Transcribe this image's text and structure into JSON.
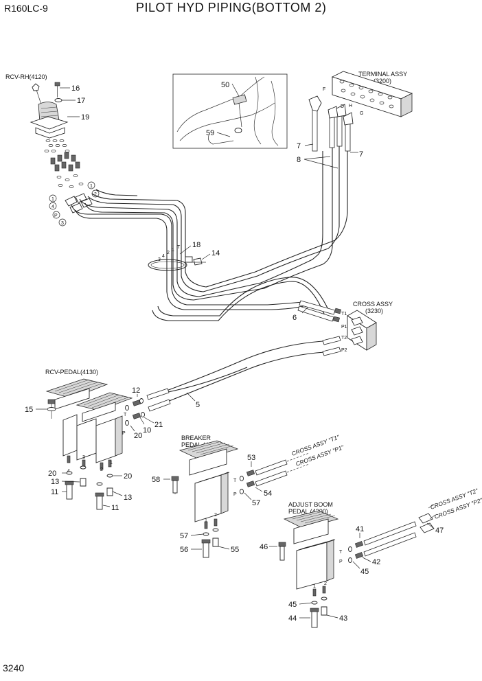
{
  "header": {
    "model": "R160LC-9",
    "title": "PILOT HYD PIPING(BOTTOM 2)"
  },
  "footer": {
    "page_code": "3240"
  },
  "assemblies": {
    "rcv_rh": "RCV-RH(4120)",
    "terminal_line1": "TERMINAL ASSY",
    "terminal_line2": "(3200)",
    "cross_line1": "CROSS ASSY",
    "cross_line2": "(3230)",
    "rcv_pedal": "RCV-PEDAL(4130)",
    "breaker_line1": "BREAKER",
    "breaker_line2": "PEDAL (4300)",
    "adjust_line1": "ADJUST BOOM",
    "adjust_line2": "PEDAL (4300)"
  },
  "callouts": {
    "cross_t1": "CROSS ASSY \"T1\"",
    "cross_p1": "CROSS ASSY \"P1\"",
    "cross_t2": "CROSS ASSY \"T2\"",
    "cross_p2": "CROSS ASSY \"P2\""
  },
  "port_labels": {
    "circled": [
      "1",
      "2",
      "4",
      "1",
      "P",
      "3"
    ],
    "clamp_ports": [
      "3",
      "4",
      "2",
      "1",
      "T"
    ],
    "cross_ports": [
      "T1",
      "P1",
      "T2",
      "P2"
    ],
    "terminal_ports": [
      "F",
      "D",
      "H",
      "G"
    ],
    "pedal_ports_rcv": [
      "T",
      "P",
      "4",
      "3",
      "2",
      "1"
    ],
    "pedal_ports_breaker": [
      "T",
      "P",
      "1",
      "2"
    ],
    "pedal_ports_adjust": [
      "T",
      "P",
      "1",
      "2"
    ]
  },
  "part_numbers": {
    "p16": "16",
    "p17": "17",
    "p19": "19",
    "p50": "50",
    "p59": "59",
    "p7a": "7",
    "p8": "8",
    "p7b": "7",
    "p18": "18",
    "p14": "14",
    "p6": "6",
    "p5": "5",
    "p12": "12",
    "p15": "15",
    "p10": "10",
    "p20a": "20",
    "p21": "21",
    "p20b": "20",
    "p20c": "20",
    "p13a": "13",
    "p11a": "11",
    "p13b": "13",
    "p11b": "11",
    "p53": "53",
    "p58": "58",
    "p54": "54",
    "p57a": "57",
    "p57b": "57",
    "p56": "56",
    "p55": "55",
    "p41": "41",
    "p47": "47",
    "p46": "46",
    "p42": "42",
    "p45a": "45",
    "p45b": "45",
    "p44": "44",
    "p43": "43"
  }
}
